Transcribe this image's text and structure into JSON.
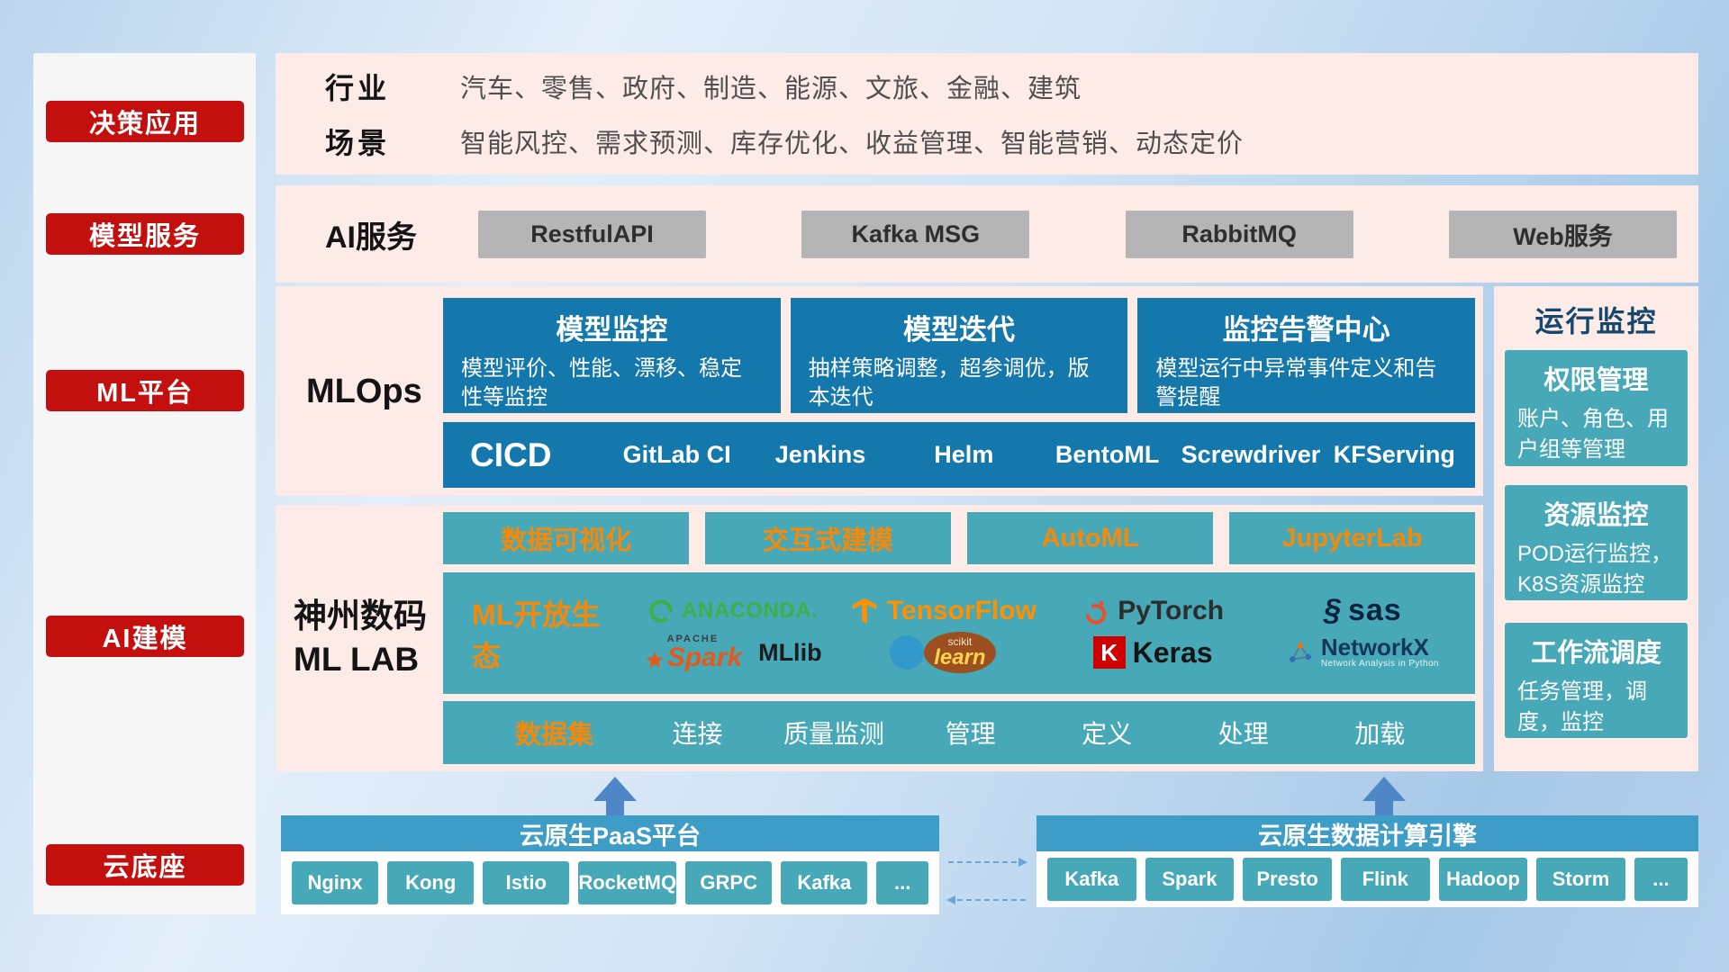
{
  "colors": {
    "red": "#c40f0f",
    "panel_pink": "#fcebe7",
    "deep_blue": "#1478ad",
    "teal": "#47a9b7",
    "bar_blue": "#3e9dc6",
    "orange": "#f5890a",
    "gray_btn": "#b5b5b5",
    "arrow_blue": "#4f86c6"
  },
  "sidebar": {
    "items": [
      "决策应用",
      "模型服务",
      "ML平台",
      "AI建模",
      "云底座"
    ]
  },
  "industry": {
    "label": "行业",
    "text": "汽车、零售、政府、制造、能源、文旅、金融、建筑"
  },
  "scene": {
    "label": "场景",
    "text": "智能风控、需求预测、库存优化、收益管理、智能营销、动态定价"
  },
  "ai_service": {
    "label": "AI服务",
    "services": [
      "RestfulAPI",
      "Kafka MSG",
      "RabbitMQ",
      "Web服务"
    ]
  },
  "mlops": {
    "label": "MLOps",
    "cards": [
      {
        "title": "模型监控",
        "desc": "模型评价、性能、漂移、稳定性等监控"
      },
      {
        "title": "模型迭代",
        "desc": "抽样策略调整，超参调优，版本迭代"
      },
      {
        "title": "监控告警中心",
        "desc": "模型运行中异常事件定义和告警提醒"
      }
    ],
    "cicd_label": "CICD",
    "cicd_tools": [
      "GitLab CI",
      "Jenkins",
      "Helm",
      "BentoML",
      "Screwdriver",
      "KFServing"
    ]
  },
  "monitoring": {
    "title": "运行监控",
    "cards": [
      {
        "title": "权限管理",
        "desc": "账户、角色、用户组等管理"
      },
      {
        "title": "资源监控",
        "desc": "POD运行监控，K8S资源监控"
      },
      {
        "title": "工作流调度",
        "desc": "任务管理，调度，监控"
      }
    ]
  },
  "mllab": {
    "label_line1": "神州数码",
    "label_line2": "ML LAB",
    "tools": [
      "数据可视化",
      "交互式建模",
      "AutoML",
      "JupyterLab"
    ],
    "eco_label": "ML开放生态",
    "logos": {
      "anaconda": "ANACONDA.",
      "tensorflow": "TensorFlow",
      "pytorch": "PyTorch",
      "sas": "sas",
      "spark_apache": "APACHE",
      "spark": "Spark",
      "mllib": "MLlib",
      "sklearn_small": "scikit",
      "sklearn": "learn",
      "keras_letter": "K",
      "keras": "Keras",
      "networkx": "NetworkX",
      "networkx_sub": "Network Analysis in Python"
    },
    "dataset_label": "数据集",
    "dataset_items": [
      "连接",
      "质量监测",
      "管理",
      "定义",
      "处理",
      "加载"
    ]
  },
  "cloud": {
    "paas_title": "云原生PaaS平台",
    "paas_chips": [
      "Nginx",
      "Kong",
      "Istio",
      "RocketMQ",
      "GRPC",
      "Kafka",
      "..."
    ],
    "engine_title": "云原生数据计算引擎",
    "engine_chips": [
      "Kafka",
      "Spark",
      "Presto",
      "Flink",
      "Hadoop",
      "Storm",
      "..."
    ]
  },
  "icons": {
    "sas_swirl": "§"
  }
}
